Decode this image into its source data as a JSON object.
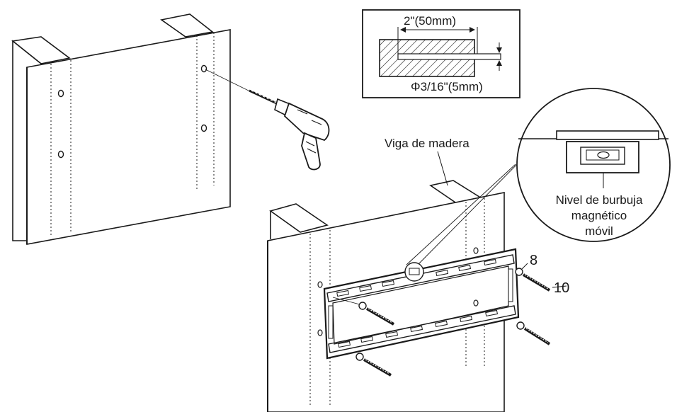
{
  "labels": {
    "width_dim": "2\"(50mm)",
    "hole_dim": "Φ3/16\"(5mm)",
    "stud": "Viga de madera",
    "level_line1": "Nivel de burbuja",
    "level_line2": "magnético",
    "level_line3": "móvil",
    "part_washer": "8",
    "part_screw": "10"
  }
}
